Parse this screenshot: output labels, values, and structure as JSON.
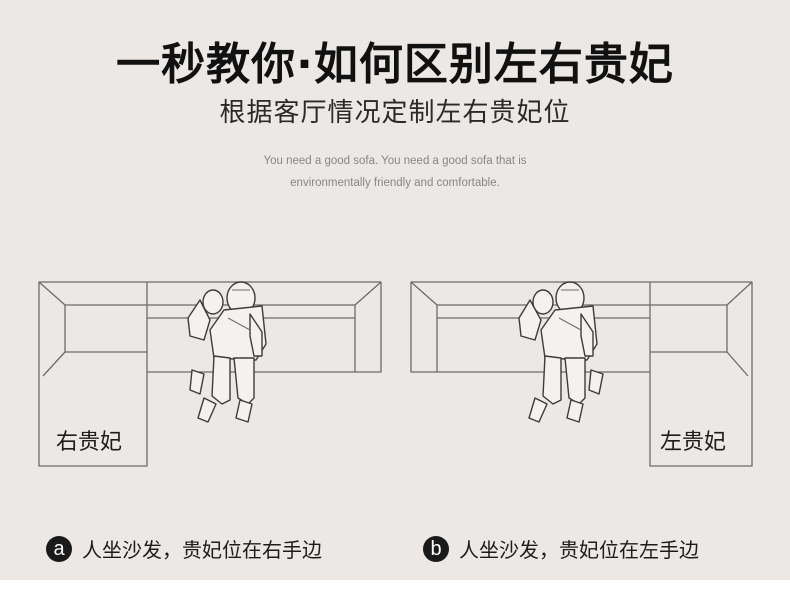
{
  "header": {
    "title": "一秒教你·如何区别左右贵妃",
    "subtitle": "根据客厅情况定制左右贵妃位",
    "description_line1": "You need a good sofa. You need a good sofa that is",
    "description_line2": "environmentally friendly and comfortable."
  },
  "diagrams": [
    {
      "label": "右贵妃",
      "badge": "a",
      "caption": "人坐沙发，贵妃位在右手边"
    },
    {
      "label": "左贵妃",
      "badge": "b",
      "caption": "人坐沙发，贵妃位在左手边"
    }
  ],
  "colors": {
    "background": "#ebe8e5",
    "line": "#6e6b69",
    "badge": "#1a1a1a"
  }
}
